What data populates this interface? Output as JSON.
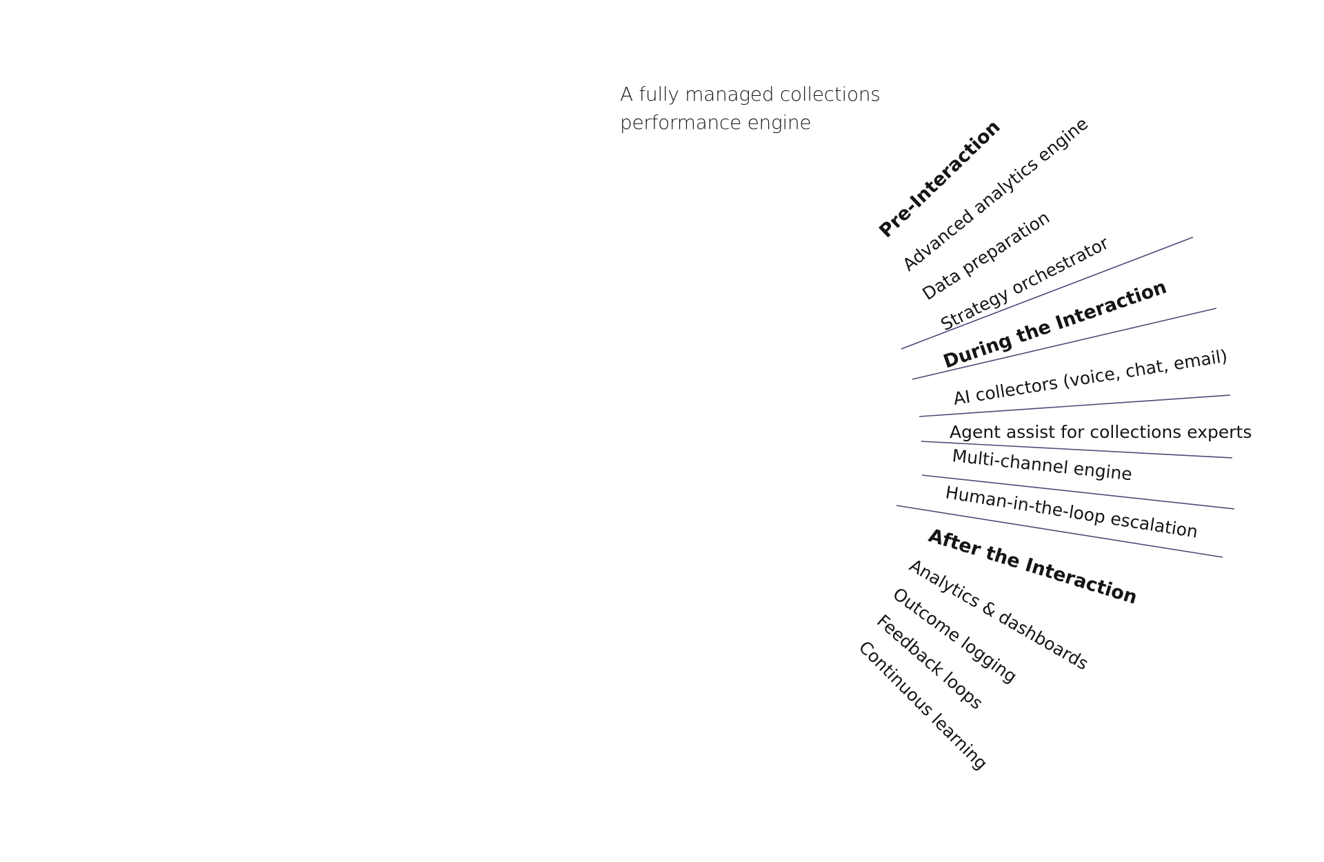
{
  "title": {
    "line1": "A fully managed collections",
    "line2": "performance engine"
  },
  "colors": {
    "divider": "#4b4a78",
    "text": "#151515",
    "background": "#ffffff"
  },
  "sections": [
    {
      "heading": "Pre-Interaction",
      "items": [
        "Advanced analytics engine",
        "Data preparation",
        "Strategy orchestrator"
      ]
    },
    {
      "heading": "During the Interaction",
      "items": [
        "AI collectors (voice, chat, email)",
        "Agent assist for collections experts",
        "Multi-channel engine",
        "Human-in-the-loop escalation"
      ]
    },
    {
      "heading": "After the Interaction",
      "items": [
        "Analytics & dashboards",
        "Outcome logging",
        "Feedback loops",
        "Continuous learning"
      ]
    }
  ]
}
